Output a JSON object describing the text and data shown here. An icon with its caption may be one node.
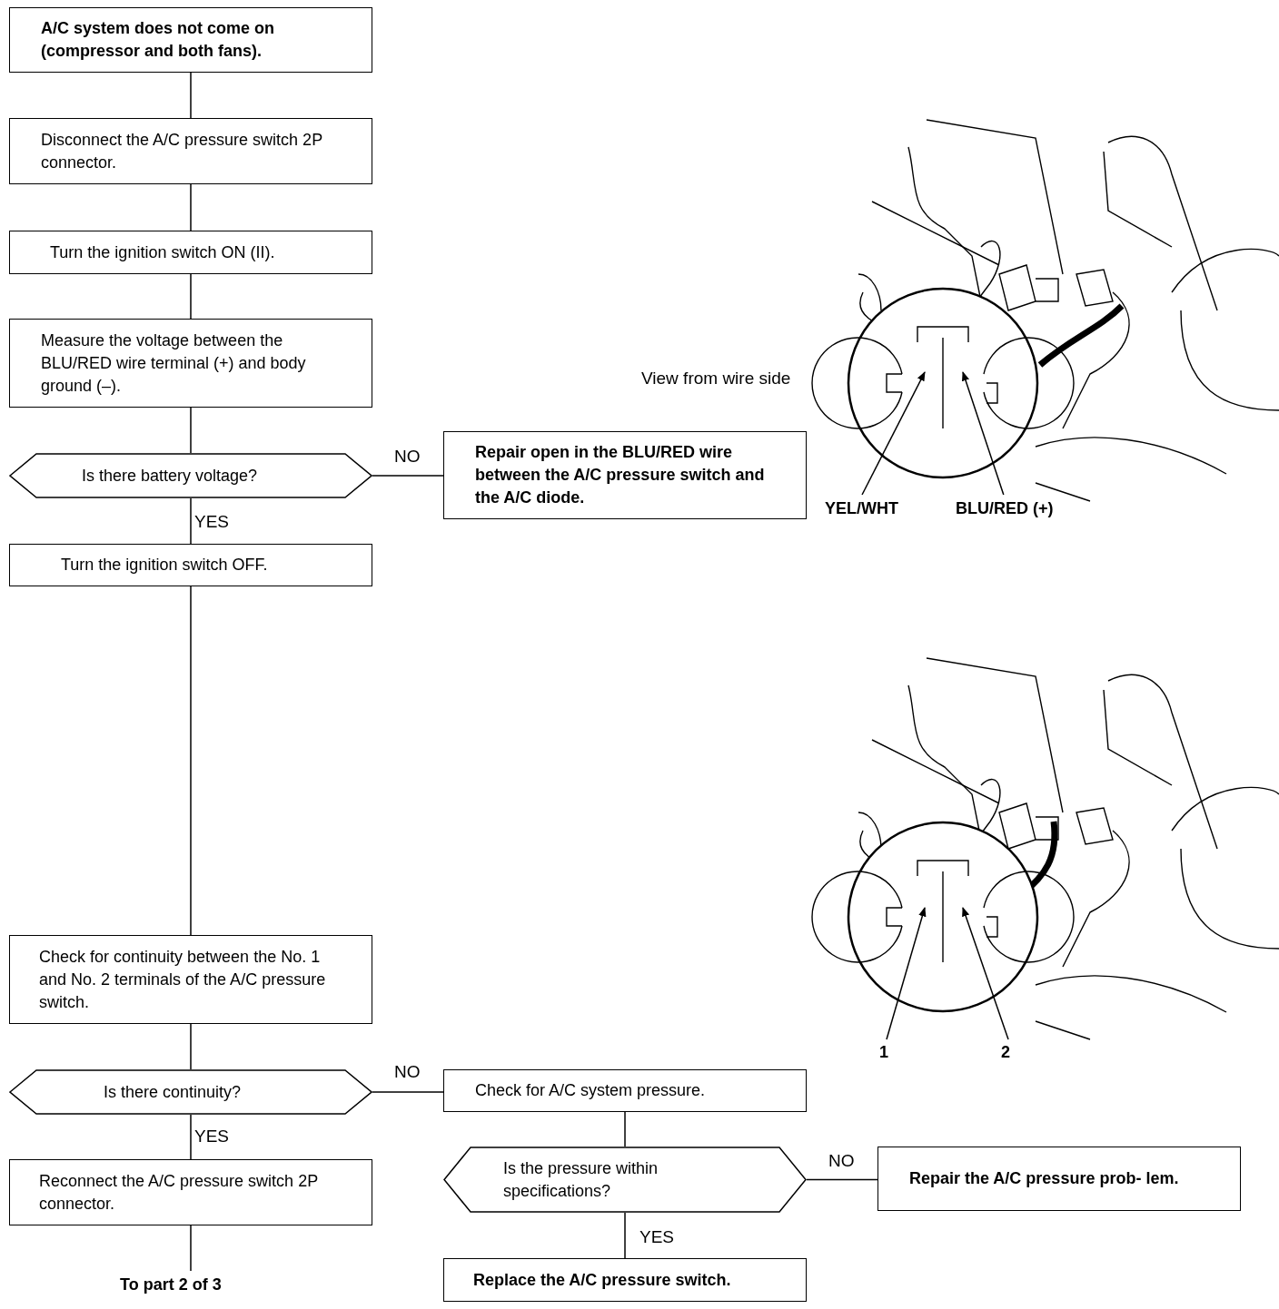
{
  "diagram": {
    "nodes": [
      {
        "text": [
          "A/C system does not come on (compressor and both fans)."
        ]
      },
      {
        "text": [
          "Disconnect the A/C pressure switch 2P connector."
        ]
      },
      {
        "text": [
          "Turn the ignition switch ON (II)."
        ]
      },
      {
        "text": [
          "Measure the voltage between the BLU/RED wire terminal (+) and body ground (–)."
        ]
      },
      {
        "text": [
          "Is there battery voltage?"
        ]
      },
      {
        "text": [
          "Repair open in the BLU/RED wire between the A/C pressure switch and the A/C diode."
        ]
      },
      {
        "text": [
          "Turn the ignition switch OFF."
        ]
      },
      {
        "text": [
          "Check for continuity between the No. 1 and No. 2 terminals of the A/C pressure switch."
        ]
      },
      {
        "text": [
          "Is there continuity?"
        ]
      },
      {
        "text": [
          "Check for A/C system pressure."
        ]
      },
      {
        "text": [
          "Reconnect the A/C pressure switch 2P connector."
        ]
      },
      {
        "text": [
          "Is the pressure within specifications?"
        ]
      },
      {
        "text": [
          "Repair the A/C pressure prob- lem."
        ]
      },
      {
        "text": [
          "To part 2 of 3"
        ]
      },
      {
        "text": [
          "Replace the A/C pressure switch."
        ]
      },
      {
        "text": [
          "YEL/WHT"
        ]
      },
      {
        "text": [
          "BLU/RED (+)"
        ]
      },
      {
        "text": [
          "1"
        ]
      },
      {
        "text": [
          "2"
        ]
      }
    ],
    "edges": [
      {
        "from": 0,
        "to": 1,
        "arrow": "none"
      },
      {
        "from": 1,
        "to": 2,
        "arrow": "none"
      },
      {
        "from": 2,
        "to": 3,
        "arrow": "none"
      },
      {
        "from": 3,
        "to": 4,
        "arrow": "none"
      },
      {
        "from": 4,
        "to": 5,
        "arrow": "none",
        "label": "NO"
      },
      {
        "from": 4,
        "to": 6,
        "arrow": "none",
        "label": "YES"
      },
      {
        "from": 6,
        "to": 7,
        "arrow": "none"
      },
      {
        "from": 7,
        "to": 8,
        "arrow": "none"
      },
      {
        "from": 8,
        "to": 9,
        "arrow": "none",
        "label": "NO"
      },
      {
        "from": 8,
        "to": 10,
        "arrow": "none",
        "label": "YES"
      },
      {
        "from": 10,
        "to": 13,
        "arrow": "none"
      },
      {
        "from": 9,
        "to": 11,
        "arrow": "none"
      },
      {
        "from": 11,
        "to": 12,
        "arrow": "none",
        "label": "NO"
      },
      {
        "from": 11,
        "to": 14,
        "arrow": "none",
        "label": "YES"
      },
      {
        "from": 15,
        "to": null,
        "arrow": "to"
      },
      {
        "from": 16,
        "to": null,
        "arrow": "to"
      },
      {
        "from": 17,
        "to": null,
        "arrow": "to"
      },
      {
        "from": 18,
        "to": null,
        "arrow": "to"
      }
    ],
    "labels": [
      "View from wire side"
    ]
  }
}
